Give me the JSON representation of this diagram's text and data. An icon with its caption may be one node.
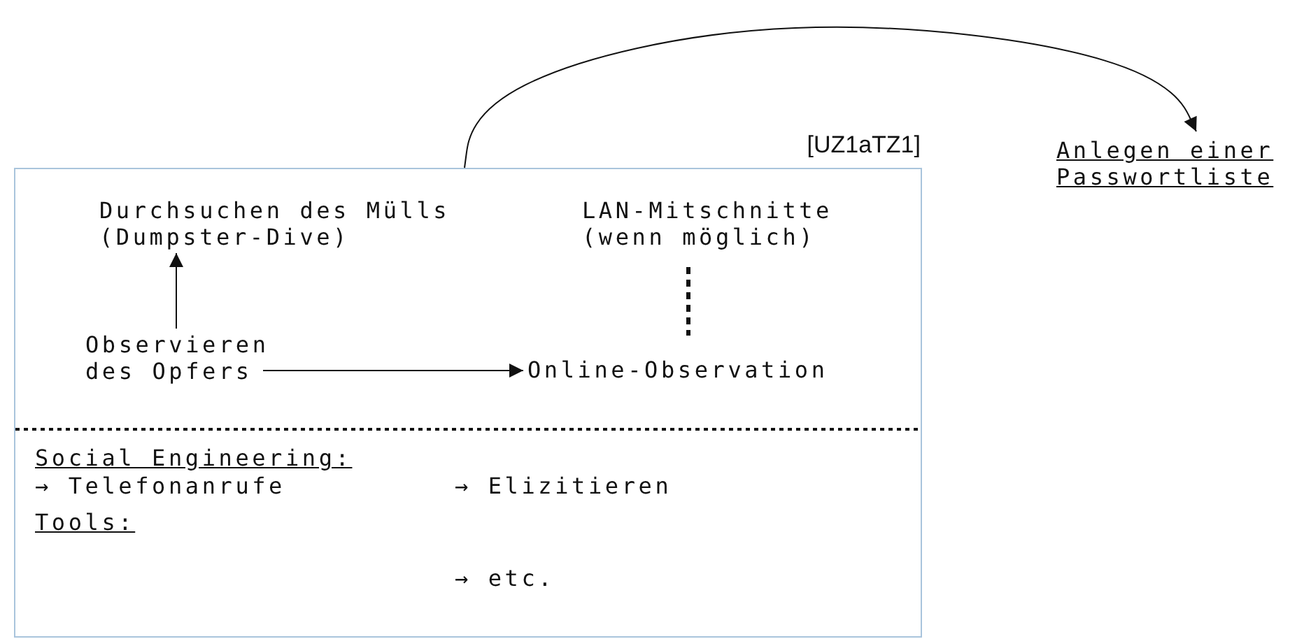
{
  "diagram": {
    "nodes": [
      {
        "text": [
          "[UZ1aTZ1]"
        ]
      },
      {
        "text": [
          "Durchsuchen des Mülls (Dumpster-Dive)"
        ],
        "in": 0
      },
      {
        "text": [
          "LAN-Mitschnitte (wenn möglich)"
        ],
        "in": 0
      },
      {
        "text": [
          "Observieren des Opfers"
        ],
        "in": 0
      },
      {
        "text": [
          "Online-Observation"
        ],
        "in": 0
      },
      {
        "text": [
          "Anlegen einer Passwortliste"
        ]
      }
    ],
    "edges": [
      {
        "from": 3,
        "to": 1,
        "arrow": "to"
      },
      {
        "from": 3,
        "to": 4,
        "arrow": "to"
      },
      {
        "from": 2,
        "to": 4,
        "arrow": "none",
        "style": "dashed"
      },
      {
        "from": 0,
        "to": 5,
        "arrow": "to"
      }
    ],
    "labels": [
      "Social Engineering:",
      "→ Telefonanrufe",
      "→ Elizitieren",
      "Tools:",
      "→ etc."
    ]
  }
}
